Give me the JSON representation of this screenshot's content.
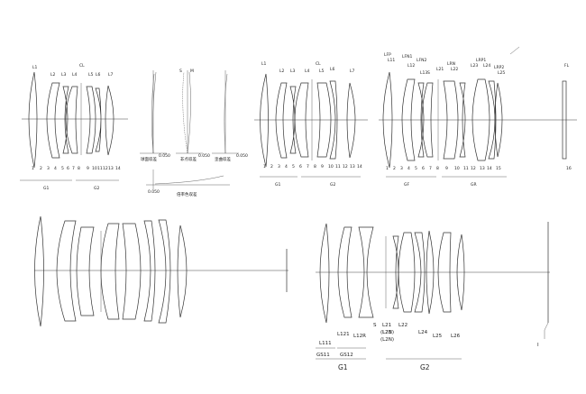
{
  "figure_a": {
    "element_numbers": [
      "1",
      "2",
      "3",
      "4",
      "5",
      "6",
      "7",
      "8",
      "9",
      "10",
      "11",
      "12",
      "13",
      "14"
    ],
    "lens_labels": [
      "L1",
      "L2",
      "L3",
      "L4",
      "L5",
      "L6",
      "L7"
    ],
    "group_labels": [
      "G1",
      "G2"
    ],
    "stop_label": "CL"
  },
  "figure_b": {
    "plot_labels": [
      "球面収差",
      "非点収差",
      "歪曲収差"
    ],
    "tick_label": "0.050",
    "bottom_plot_label": "倍率色収差",
    "bottom_tick": "0.050",
    "curve_markers": [
      "S",
      "M"
    ]
  },
  "figure_c": {
    "element_numbers": [
      "1",
      "2",
      "3",
      "4",
      "5",
      "6",
      "7",
      "8",
      "9",
      "10",
      "11",
      "12",
      "13",
      "14"
    ],
    "lens_labels": [
      "L1",
      "L2",
      "L3",
      "L4",
      "L5",
      "L6",
      "L7"
    ],
    "group_labels": [
      "G1",
      "G2"
    ],
    "stop_label": "CL"
  },
  "figure_d": {
    "element_numbers": [
      "1",
      "2",
      "3",
      "4",
      "5",
      "6",
      "7",
      "8",
      "9",
      "10",
      "11",
      "12",
      "13",
      "14",
      "15",
      "16"
    ],
    "lens_labels": [
      "LFP",
      "L11",
      "LFN1",
      "L12",
      "LFN2",
      "L13",
      "S",
      "LRN",
      "L21",
      "L22",
      "LRP1",
      "L23",
      "L24",
      "LRP2",
      "L25",
      "FL"
    ],
    "group_labels": [
      "GF",
      "GR"
    ]
  },
  "figure_f": {
    "lens_labels": [
      "L111",
      "L121",
      "L12R",
      "S",
      "L21",
      "(L2N)",
      "L22",
      "L23",
      "(L2N)",
      "L24",
      "L25",
      "L26"
    ],
    "subgroup_labels": [
      "GS11",
      "GS12"
    ],
    "group_labels": [
      "G1",
      "G2"
    ],
    "image_label": "I"
  }
}
